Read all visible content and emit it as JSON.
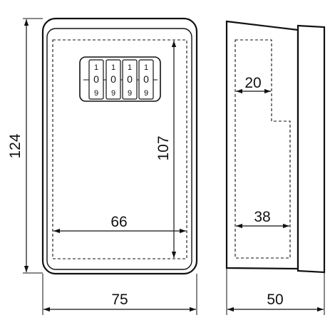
{
  "dimensions": {
    "front_height": "124",
    "inner_height": "107",
    "inner_width": "66",
    "front_width": "75",
    "inner_depth_top": "20",
    "inner_depth_bottom": "38",
    "side_depth": "50"
  },
  "combination_lock": {
    "dials": [
      {
        "top": "1",
        "current": "0",
        "bottom": "9"
      },
      {
        "top": "1",
        "current": "0",
        "bottom": "9"
      },
      {
        "top": "1",
        "current": "0",
        "bottom": "9"
      },
      {
        "top": "1",
        "current": "0",
        "bottom": "9"
      }
    ]
  },
  "colors": {
    "line": "#111111",
    "background": "#ffffff"
  }
}
